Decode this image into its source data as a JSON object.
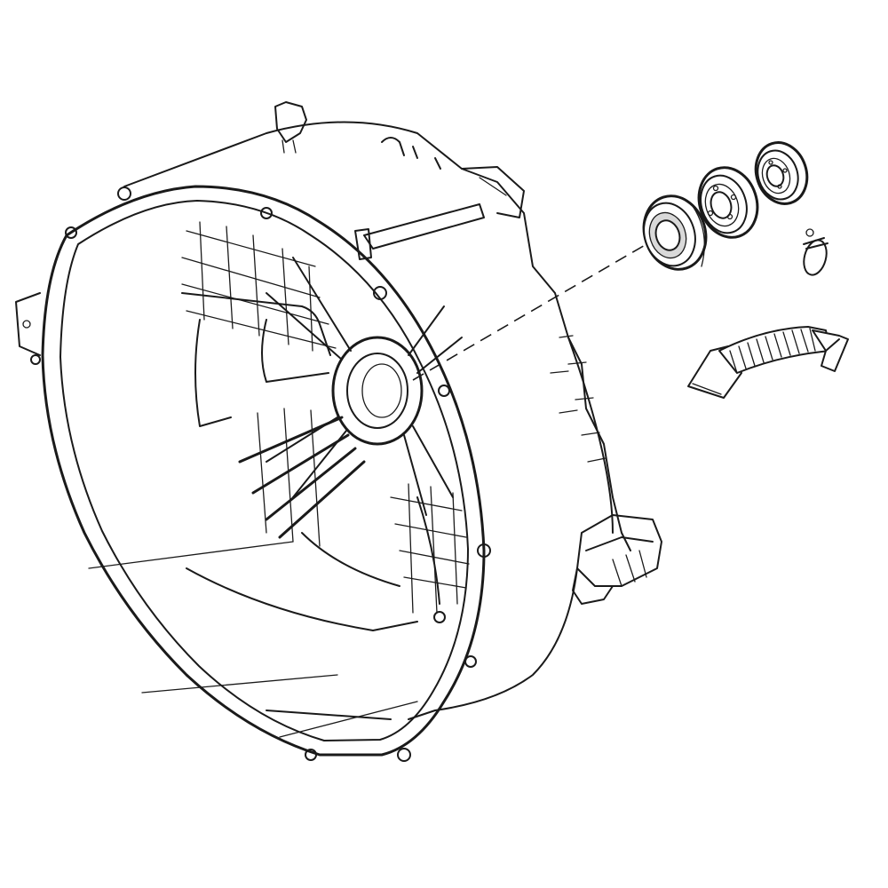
{
  "diagram": {
    "background": "#ffffff",
    "line_color": "#1a1a1a",
    "parts": [
      {
        "id": "tub",
        "name": "outer-tub-rear-half"
      },
      {
        "id": "seal",
        "name": "oil-seal"
      },
      {
        "id": "bearing-large",
        "name": "bearing"
      },
      {
        "id": "bearing-small",
        "name": "bearing"
      },
      {
        "id": "clamp",
        "name": "hose-clamp"
      },
      {
        "id": "hose",
        "name": "bellows-hose"
      }
    ]
  }
}
